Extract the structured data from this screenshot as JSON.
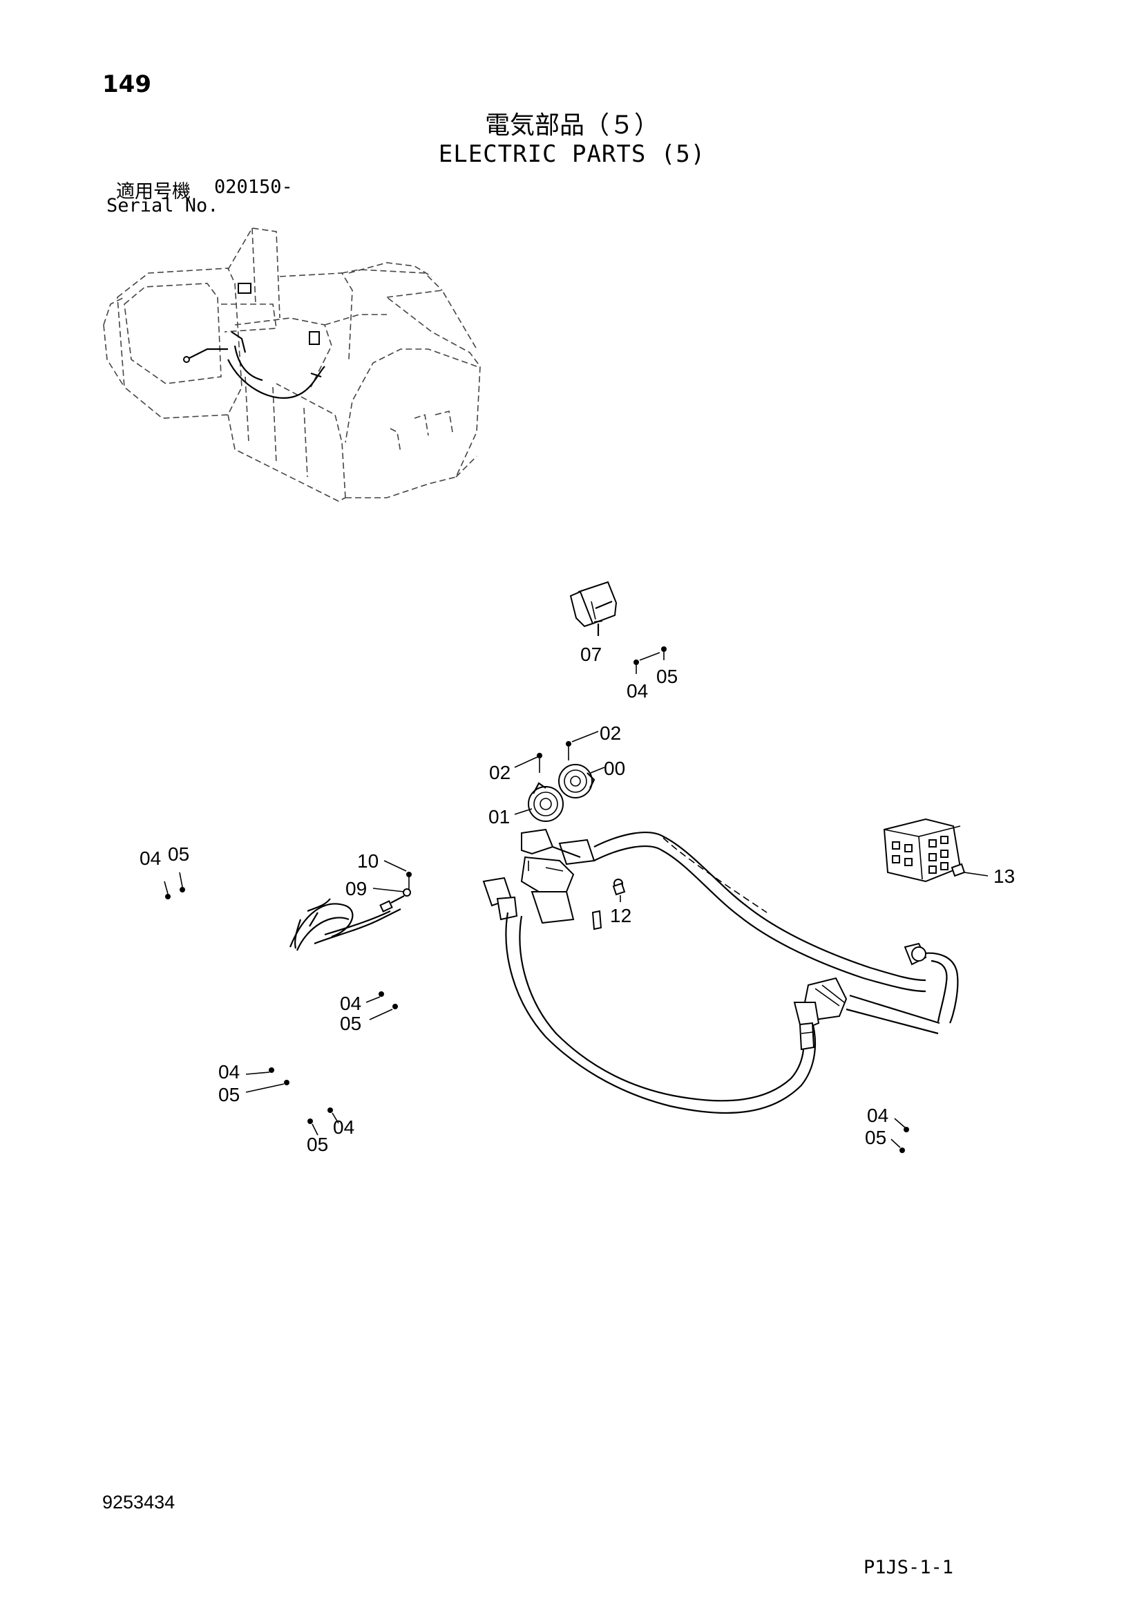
{
  "header": {
    "page_number": "149",
    "title_ja": "電気部品（５）",
    "title_en": "ELECTRIC PARTS (5)",
    "serial_label_ja": "適用号機",
    "serial_value": "020150-",
    "serial_label_en": "Serial No."
  },
  "footer": {
    "document_number": "9253434",
    "page_code": "P1JS-1-1"
  },
  "callouts": {
    "c07": "07",
    "c04_a": "04",
    "c05_a": "05",
    "c02_a": "02",
    "c02_b": "02",
    "c00": "00",
    "c01": "01",
    "c04_b": "04",
    "c05_b": "05",
    "c10": "10",
    "c09": "09",
    "c12": "12",
    "c13": "13",
    "c04_c": "04",
    "c05_c": "05",
    "c04_d": "04",
    "c05_d": "05",
    "c04_e": "04",
    "c05_e": "05",
    "c04_f": "04",
    "c05_f": "05"
  }
}
